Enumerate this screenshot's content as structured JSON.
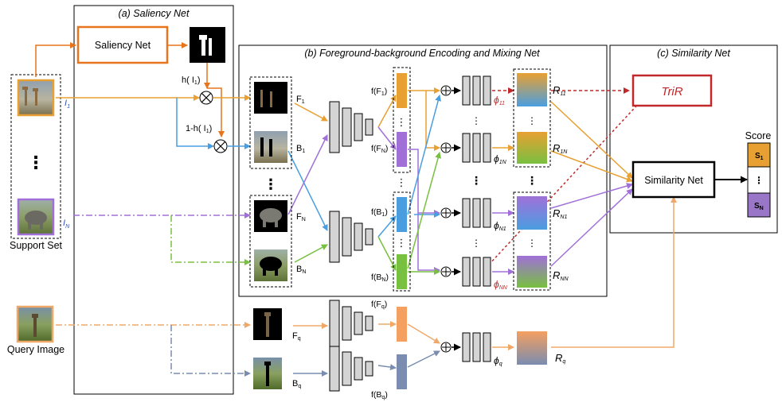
{
  "panels": {
    "saliency_title": "(a) Saliency Net",
    "fb_title": "(b) Foreground-background Encoding and Mixing Net",
    "similarity_title": "(c) Similarity Net"
  },
  "blocks": {
    "saliency_net": "Saliency Net",
    "similarity_net": "Similarity Net",
    "trir": "TriR",
    "score": "Score"
  },
  "labels": {
    "support_set": "Support Set",
    "query_image": "Query Image",
    "i1": "I",
    "i1_sub": "1",
    "in": "I",
    "in_sub": "N",
    "mask_fg": "h( I",
    "mask_fg_sub": "1",
    "mask_fg_end": ")",
    "mask_bg": "1-h( I",
    "mask_bg_sub": "1",
    "mask_bg_end": ")",
    "support_dots": "⋮",
    "f1": "F",
    "f1_sub": "1",
    "b1": "B",
    "b1_sub": "1",
    "fn": "F",
    "fn_sub": "N",
    "bn": "B",
    "bn_sub": "N",
    "fq": "F",
    "fq_sub": "q",
    "bq": "B",
    "bq_sub": "q",
    "ff1": "f(F",
    "ff1_sub": "1",
    "ff1_end": ")",
    "ffn": "f(F",
    "ffn_sub": "N",
    "ffn_end": ")",
    "fb1": "f(B",
    "fb1_sub": "1",
    "fb1_end": ")",
    "fbn": "f(B",
    "fbn_sub": "N",
    "fbn_end": ")",
    "ffq": "f(F",
    "ffq_sub": "q",
    "ffq_end": ")",
    "fbq": "f(B",
    "fbq_sub": "q",
    "fbq_end": ")",
    "phi11": "ϕ",
    "phi11_sub": "11",
    "phi1n": "ϕ",
    "phi1n_sub": "1N",
    "phin1": "ϕ",
    "phin1_sub": "N1",
    "phinn": "ϕ",
    "phinn_sub": "NN",
    "phiq": "ϕ",
    "phiq_sub": "q",
    "r11": "R",
    "r11_sub": "11",
    "r1n": "R",
    "r1n_sub": "1N",
    "rn1": "R",
    "rn1_sub": "N1",
    "rnn": "R",
    "rnn_sub": "NN",
    "rq": "R",
    "rq_sub": "q",
    "s1": "S",
    "s1_sub": "1",
    "sn": "S",
    "sn_sub": "N",
    "score_dots": "⋮",
    "vdots": "⋮"
  },
  "colors": {
    "orange": "#e8741c",
    "orange_light": "#f0a868",
    "blue": "#4a9ee0",
    "purple": "#a070d8",
    "green": "#78c040",
    "red": "#c0282a",
    "slate": "#7a8cb0",
    "gold": "#e8a032",
    "score_purple": "#9a76c8"
  }
}
